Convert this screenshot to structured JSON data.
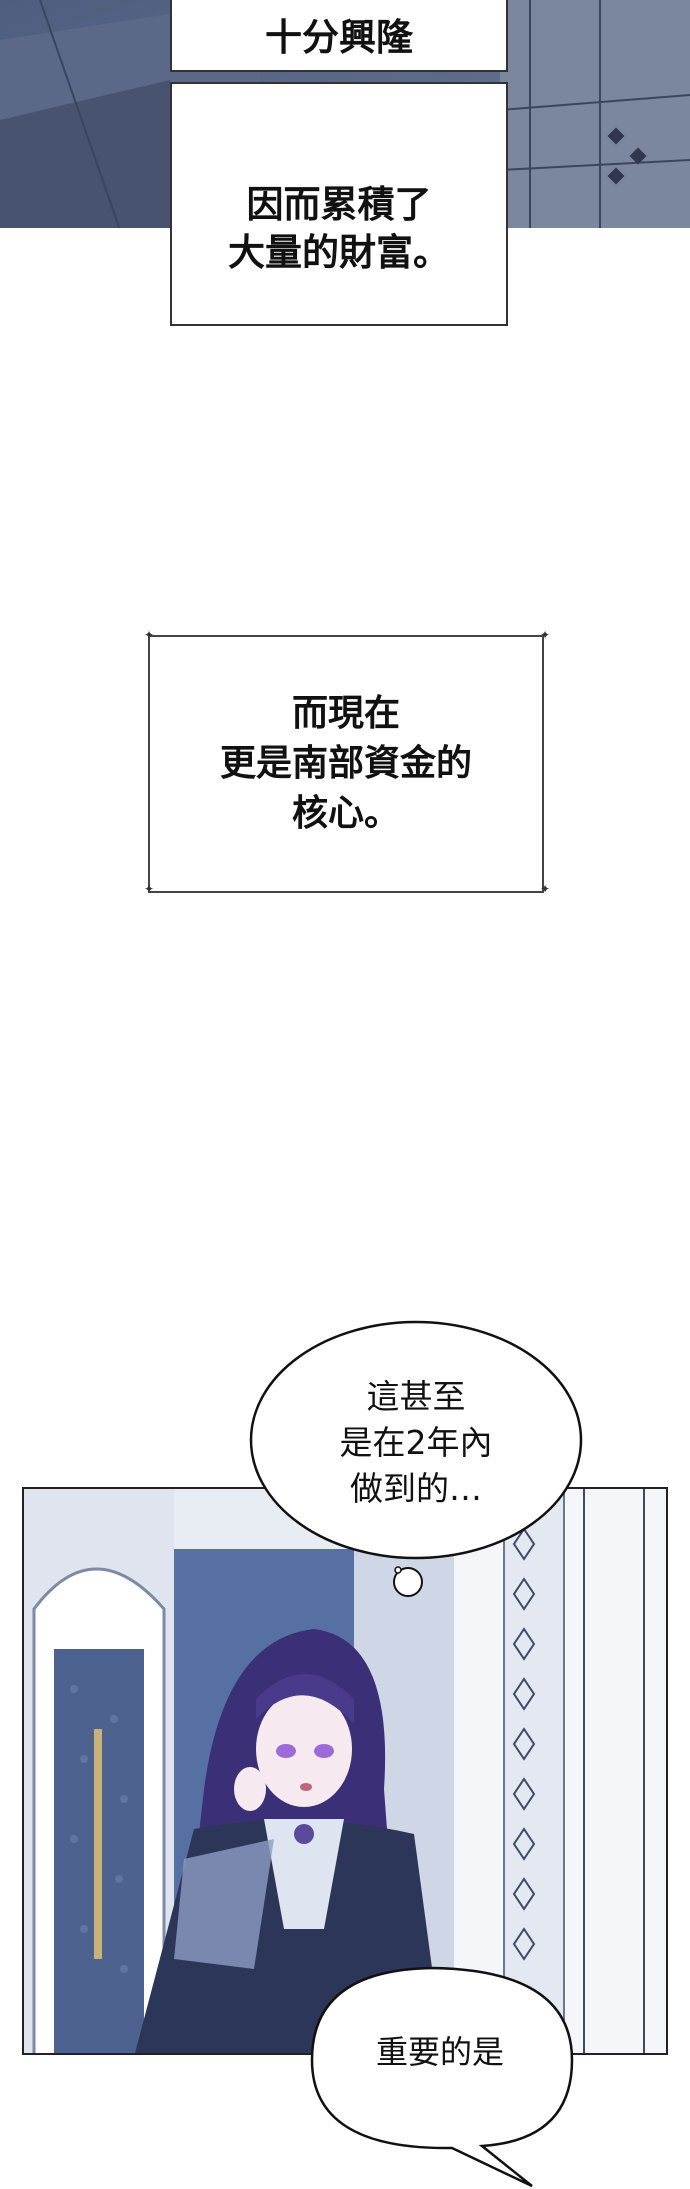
{
  "narration": {
    "top_partial": "十分興隆",
    "top_box": [
      "因而累積了",
      "大量的財富。"
    ],
    "middle_box": [
      "而現在",
      "更是南部資金的",
      "核心。"
    ]
  },
  "bubbles": {
    "speech_1": [
      "這甚至",
      "是在2年內",
      "做到的…"
    ],
    "speech_2": "重要的是"
  },
  "colors": {
    "panel_blue": "#5a6a8c",
    "panel_dark": "#3f4b66",
    "hair_purple": "#4a3a8c",
    "eye_violet": "#9b6bd8"
  }
}
